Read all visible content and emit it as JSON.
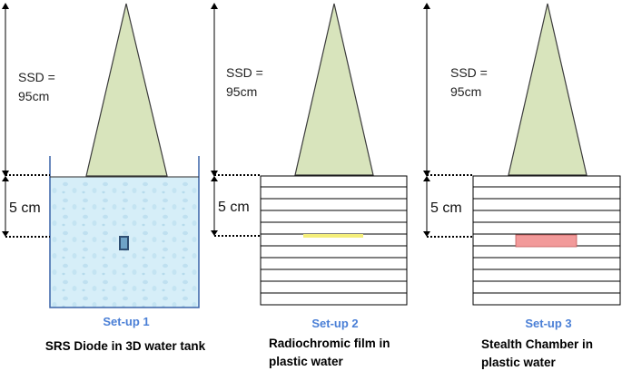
{
  "panels": [
    {
      "ssd_line1": "SSD =",
      "ssd_line2": "95cm",
      "depth": "5 cm",
      "setup": "Set-up 1",
      "desc_line1": "SRS Diode in 3D water tank",
      "desc_line2": "",
      "medium": "water tank",
      "detector": "diode",
      "detector_color": "#2f4f73"
    },
    {
      "ssd_line1": "SSD =",
      "ssd_line2": "95cm",
      "depth": "5 cm",
      "setup": "Set-up 2",
      "desc_line1": "Radiochromic film in",
      "desc_line2": "plastic water",
      "medium": "slabs",
      "detector": "film",
      "detector_color": "#f4ee7a"
    },
    {
      "ssd_line1": "SSD =",
      "ssd_line2": "95cm",
      "depth": "5 cm",
      "setup": "Set-up 3",
      "desc_line1": "Stealth Chamber  in",
      "desc_line2": "plastic water",
      "medium": "slabs",
      "detector": "chamber",
      "detector_color": "#f29a9a"
    }
  ],
  "colors": {
    "beam_fill": "#d8e4bc",
    "beam_stroke": "#3b3b3b",
    "water_fill": "#d6eef8",
    "tank_stroke": "#3a63a8",
    "setup_text": "#4a7fd6"
  }
}
